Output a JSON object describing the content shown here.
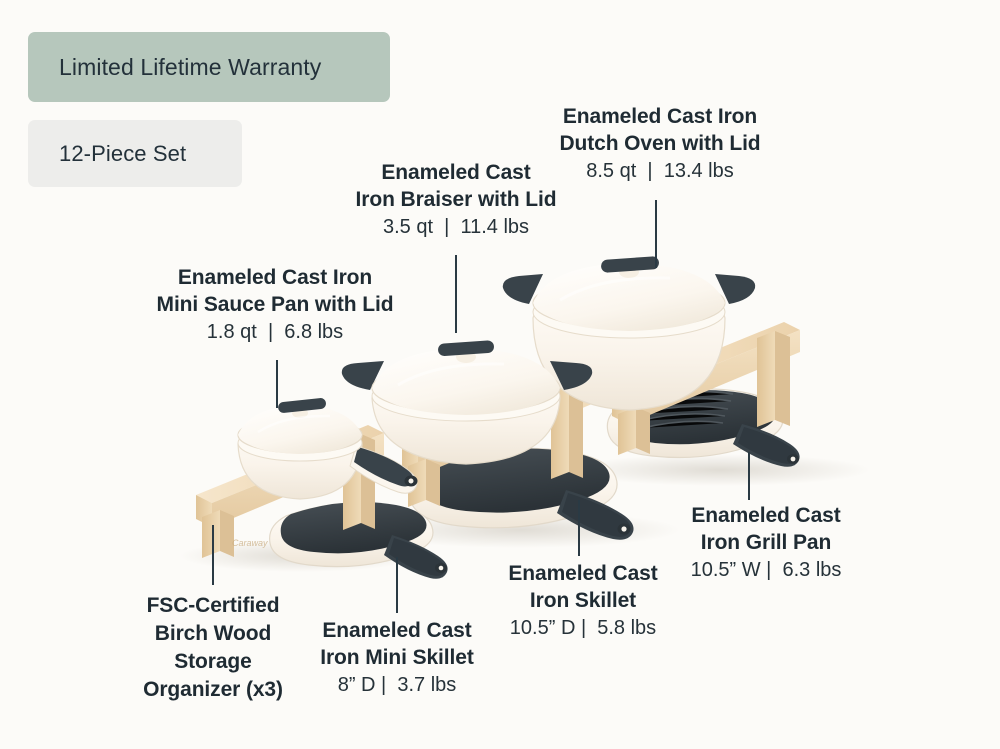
{
  "background_color": "#FCFBF8",
  "text_color": "#1F2B33",
  "badges": {
    "warranty": {
      "label": "Limited Lifetime Warranty",
      "color": "#B6C7BC"
    },
    "pieces": {
      "label": "12-Piece Set",
      "color": "#EDEDEB"
    }
  },
  "products": {
    "dutch_oven": {
      "title": "Enameled Cast Iron\nDutch Oven with Lid",
      "spec": "8.5 qt  |  13.4 lbs",
      "capacity": "8.5 qt",
      "weight": "13.4 lbs"
    },
    "braiser": {
      "title": "Enameled Cast\nIron Braiser with Lid",
      "spec": "3.5 qt  |  11.4 lbs",
      "capacity": "3.5 qt",
      "weight": "11.4 lbs"
    },
    "mini_sauce_pan": {
      "title": "Enameled Cast Iron\nMini Sauce Pan with Lid",
      "spec": "1.8 qt  |  6.8 lbs",
      "capacity": "1.8 qt",
      "weight": "6.8 lbs"
    },
    "grill_pan": {
      "title": "Enameled Cast\nIron Grill Pan",
      "spec": "10.5” W |  6.3 lbs",
      "size": "10.5” W",
      "weight": "6.3 lbs"
    },
    "skillet": {
      "title": "Enameled Cast\nIron Skillet",
      "spec": "10.5” D |  5.8 lbs",
      "size": "10.5” D",
      "weight": "5.8 lbs"
    },
    "mini_skillet": {
      "title": "Enameled Cast\nIron Mini Skillet",
      "spec": "8” D |  3.7 lbs",
      "size": "8” D",
      "weight": "3.7 lbs"
    },
    "storage_organizer": {
      "title": "FSC-Certified\nBirch Wood\nStorage\nOrganizer (x3)",
      "spec": ""
    }
  },
  "palette": {
    "cream": "#FBF7F0",
    "cream_shadow": "#EDE6DA",
    "charcoal": "#39434A",
    "charcoal_dark": "#2B3338",
    "wood_light": "#F3E0C4",
    "wood_mid": "#E8CFA9",
    "wood_dark": "#D8BC92",
    "leader_line": "#2A3A44"
  }
}
